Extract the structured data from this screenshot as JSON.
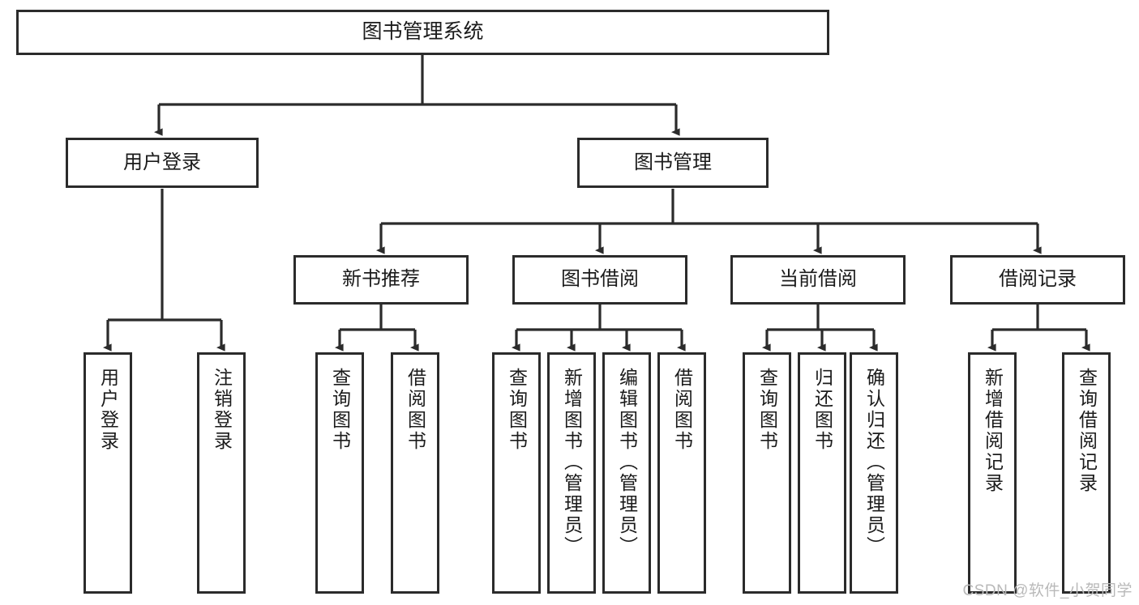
{
  "diagram": {
    "title": "图书管理系统",
    "type": "hierarchy-tree",
    "watermark": "CSDN @软件_小贺同学",
    "colors": {
      "box_border": "#2b2b2b",
      "box_fill": "#ffffff",
      "connector": "#2b2b2b",
      "text": "#1b1b1b",
      "watermark": "#b9b9b9"
    },
    "nodes": {
      "root": {
        "label": "图书管理系统"
      },
      "level2": [
        {
          "label": "用户登录"
        },
        {
          "label": "图书管理"
        }
      ],
      "level3": [
        {
          "label": "新书推荐"
        },
        {
          "label": "图书借阅"
        },
        {
          "label": "当前借阅"
        },
        {
          "label": "借阅记录"
        }
      ],
      "leaves": {
        "user_login": [
          {
            "label": "用户登录"
          },
          {
            "label": "注销登录"
          }
        ],
        "new_book_recommend": [
          {
            "label": "查询图书"
          },
          {
            "label": "借阅图书"
          }
        ],
        "book_borrow": [
          {
            "label": "查询图书"
          },
          {
            "label": "新增图书（管理员）"
          },
          {
            "label": "编辑图书（管理员）"
          },
          {
            "label": "借阅图书"
          }
        ],
        "current_borrow": [
          {
            "label": "查询图书"
          },
          {
            "label": "归还图书"
          },
          {
            "label": "确认归还（管理员）"
          }
        ],
        "borrow_record": [
          {
            "label": "新增借阅记录"
          },
          {
            "label": "查询借阅记录"
          }
        ]
      }
    }
  }
}
